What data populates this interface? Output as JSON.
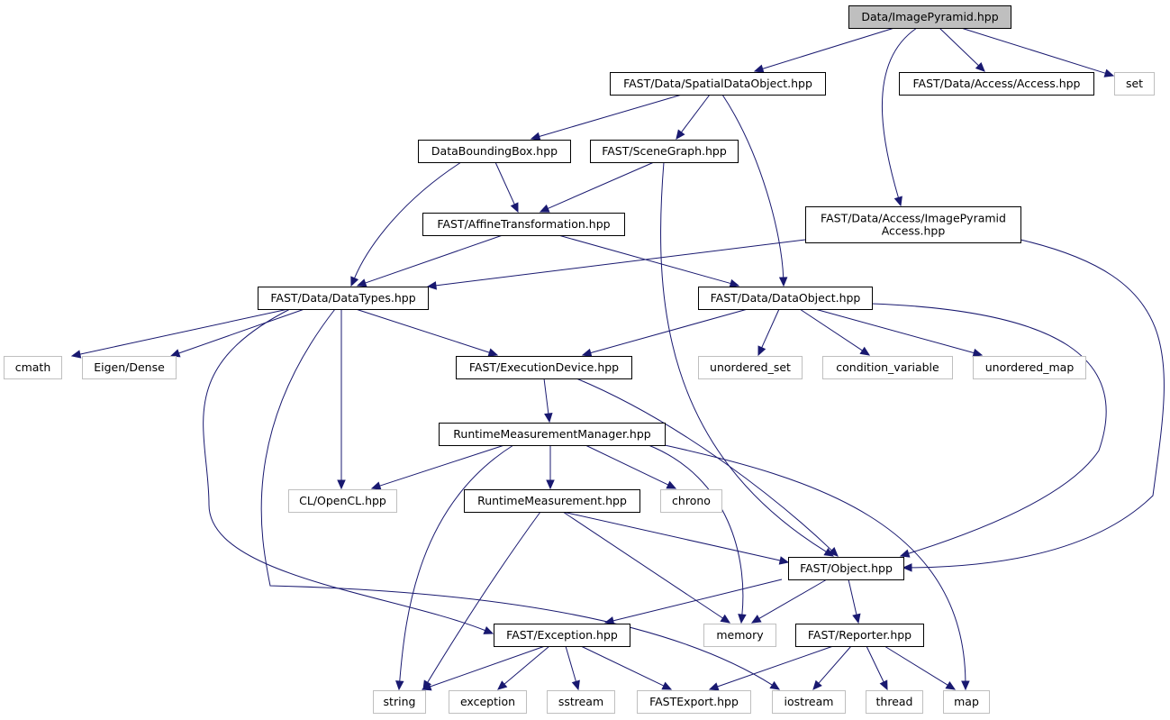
{
  "colors": {
    "edge": "#191970",
    "root_fill": "#bfbfbf",
    "documented_border": "#000000",
    "external_border": "#bfbfbf",
    "background": "#ffffff"
  },
  "nodes": [
    {
      "id": "imagepyramid",
      "label": "Data/ImagePyramid.hpp",
      "kind": "root"
    },
    {
      "id": "spatialdataobject",
      "label": "FAST/Data/SpatialDataObject.hpp",
      "kind": "doc"
    },
    {
      "id": "access",
      "label": "FAST/Data/Access/Access.hpp",
      "kind": "doc"
    },
    {
      "id": "set",
      "label": "set",
      "kind": "ext"
    },
    {
      "id": "databoundingbox",
      "label": "DataBoundingBox.hpp",
      "kind": "doc"
    },
    {
      "id": "scenegraph",
      "label": "FAST/SceneGraph.hpp",
      "kind": "doc"
    },
    {
      "id": "imagepyramidaccess",
      "label": [
        "FAST/Data/Access/ImagePyramid",
        "Access.hpp"
      ],
      "kind": "doc"
    },
    {
      "id": "affinetransformation",
      "label": "FAST/AffineTransformation.hpp",
      "kind": "doc"
    },
    {
      "id": "datatypes",
      "label": "FAST/Data/DataTypes.hpp",
      "kind": "doc"
    },
    {
      "id": "dataobject",
      "label": "FAST/Data/DataObject.hpp",
      "kind": "doc"
    },
    {
      "id": "cmath",
      "label": "cmath",
      "kind": "ext"
    },
    {
      "id": "eigendense",
      "label": "Eigen/Dense",
      "kind": "ext"
    },
    {
      "id": "executiondevice",
      "label": "FAST/ExecutionDevice.hpp",
      "kind": "doc"
    },
    {
      "id": "unordered_set",
      "label": "unordered_set",
      "kind": "ext"
    },
    {
      "id": "condition_variable",
      "label": "condition_variable",
      "kind": "ext"
    },
    {
      "id": "unordered_map",
      "label": "unordered_map",
      "kind": "ext"
    },
    {
      "id": "runtimemeasurementmanager",
      "label": "RuntimeMeasurementManager.hpp",
      "kind": "doc"
    },
    {
      "id": "opencl",
      "label": "CL/OpenCL.hpp",
      "kind": "ext"
    },
    {
      "id": "runtimemeasurement",
      "label": "RuntimeMeasurement.hpp",
      "kind": "doc"
    },
    {
      "id": "chrono",
      "label": "chrono",
      "kind": "ext"
    },
    {
      "id": "object",
      "label": "FAST/Object.hpp",
      "kind": "doc"
    },
    {
      "id": "exception",
      "label": "FAST/Exception.hpp",
      "kind": "doc"
    },
    {
      "id": "memory",
      "label": "memory",
      "kind": "ext"
    },
    {
      "id": "reporter",
      "label": "FAST/Reporter.hpp",
      "kind": "doc"
    },
    {
      "id": "string",
      "label": "string",
      "kind": "ext"
    },
    {
      "id": "std_exception",
      "label": "exception",
      "kind": "ext"
    },
    {
      "id": "sstream",
      "label": "sstream",
      "kind": "ext"
    },
    {
      "id": "fastexport",
      "label": "FASTExport.hpp",
      "kind": "ext"
    },
    {
      "id": "iostream",
      "label": "iostream",
      "kind": "ext"
    },
    {
      "id": "thread",
      "label": "thread",
      "kind": "ext"
    },
    {
      "id": "map",
      "label": "map",
      "kind": "ext"
    }
  ],
  "edges": [
    [
      "imagepyramid",
      "spatialdataobject"
    ],
    [
      "imagepyramid",
      "access"
    ],
    [
      "imagepyramid",
      "set"
    ],
    [
      "imagepyramid",
      "imagepyramidaccess"
    ],
    [
      "spatialdataobject",
      "databoundingbox"
    ],
    [
      "spatialdataobject",
      "scenegraph"
    ],
    [
      "spatialdataobject",
      "dataobject"
    ],
    [
      "databoundingbox",
      "affinetransformation"
    ],
    [
      "databoundingbox",
      "datatypes"
    ],
    [
      "scenegraph",
      "affinetransformation"
    ],
    [
      "scenegraph",
      "object"
    ],
    [
      "affinetransformation",
      "datatypes"
    ],
    [
      "affinetransformation",
      "dataobject"
    ],
    [
      "imagepyramidaccess",
      "datatypes"
    ],
    [
      "imagepyramidaccess",
      "object"
    ],
    [
      "datatypes",
      "cmath"
    ],
    [
      "datatypes",
      "eigendense"
    ],
    [
      "datatypes",
      "executiondevice"
    ],
    [
      "datatypes",
      "opencl"
    ],
    [
      "datatypes",
      "exception"
    ],
    [
      "datatypes",
      "iostream"
    ],
    [
      "dataobject",
      "executiondevice"
    ],
    [
      "dataobject",
      "unordered_set"
    ],
    [
      "dataobject",
      "condition_variable"
    ],
    [
      "dataobject",
      "unordered_map"
    ],
    [
      "dataobject",
      "object"
    ],
    [
      "executiondevice",
      "runtimemeasurementmanager"
    ],
    [
      "executiondevice",
      "object"
    ],
    [
      "runtimemeasurementmanager",
      "opencl"
    ],
    [
      "runtimemeasurementmanager",
      "runtimemeasurement"
    ],
    [
      "runtimemeasurementmanager",
      "chrono"
    ],
    [
      "runtimemeasurementmanager",
      "string"
    ],
    [
      "runtimemeasurementmanager",
      "memory"
    ],
    [
      "runtimemeasurementmanager",
      "map"
    ],
    [
      "runtimemeasurement",
      "object"
    ],
    [
      "runtimemeasurement",
      "string"
    ],
    [
      "runtimemeasurement",
      "memory"
    ],
    [
      "object",
      "exception"
    ],
    [
      "object",
      "memory"
    ],
    [
      "object",
      "reporter"
    ],
    [
      "exception",
      "string"
    ],
    [
      "exception",
      "std_exception"
    ],
    [
      "exception",
      "sstream"
    ],
    [
      "exception",
      "fastexport"
    ],
    [
      "reporter",
      "fastexport"
    ],
    [
      "reporter",
      "iostream"
    ],
    [
      "reporter",
      "thread"
    ],
    [
      "reporter",
      "map"
    ]
  ]
}
